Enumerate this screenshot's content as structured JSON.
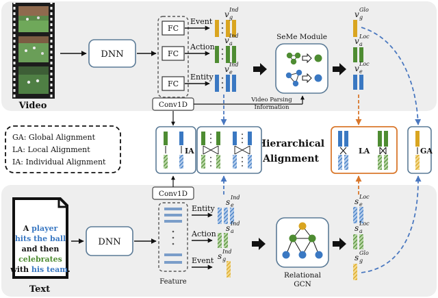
{
  "colors": {
    "event": "#d9a520",
    "action": "#4e8c32",
    "entity": "#3a78c2",
    "panel_bg": "#eeeeee",
    "box_stroke": "#5a7a96",
    "la_stroke": "#d9772b",
    "dashed_blue": "#4a78c0",
    "dashed_orange": "#d9772b",
    "gcn_top": "#d9a520"
  },
  "video": {
    "label": "Video",
    "dnn_label": "DNN",
    "fc_label": "FC",
    "conv_label": "Conv1D",
    "outputs": [
      "Event",
      "Action",
      "Entity"
    ],
    "sym_event": "v",
    "sub_event": "g",
    "sym_action": "v",
    "sub_action": "a",
    "sym_entity": "v",
    "sub_entity": "e",
    "sup_ind": "Ind",
    "seme_label": "SeMe Module",
    "glo_sym": "v",
    "glo_sub": "g",
    "glo_sup": "Glo",
    "loc_a_sym": "v",
    "loc_a_sub": "a",
    "loc_e_sym": "v",
    "loc_e_sub": "e",
    "loc_sup": "Loc",
    "parsing_line1": "Video Parsing",
    "parsing_line2": "Information"
  },
  "legend": {
    "items": [
      "GA: Global Alignment",
      "LA: Local Alignment",
      "IA: Individual Alignment"
    ]
  },
  "alignment": {
    "title_line1": "Hierarchical",
    "title_line2": "Alignment",
    "ia_label": "IA",
    "la_label": "LA",
    "ga_label": "GA"
  },
  "text": {
    "label": "Text",
    "dnn_label": "DNN",
    "conv_label": "Conv1D",
    "feature_label": "Feature",
    "outputs": [
      "Entity",
      "Action",
      "Event"
    ],
    "sym_entity": "s",
    "sub_entity": "e",
    "sym_action": "s",
    "sub_action": "a",
    "sym_event": "s",
    "sub_event": "g",
    "sup_ind": "Ind",
    "gcn_line1": "Relational",
    "gcn_line2": "GCN",
    "loc_e_sym": "s",
    "loc_e_sub": "e",
    "loc_a_sym": "s",
    "loc_a_sub": "a",
    "loc_sup": "Loc",
    "glo_sym": "s",
    "glo_sub": "g",
    "glo_sup": "Glo",
    "sentence": {
      "l1a": "A ",
      "l1b": "player",
      "l2a": "hits the ball",
      "l3": "and then",
      "l4": "celebrates",
      "l5a": "with ",
      "l5b": "his team",
      "l5c": "."
    }
  }
}
